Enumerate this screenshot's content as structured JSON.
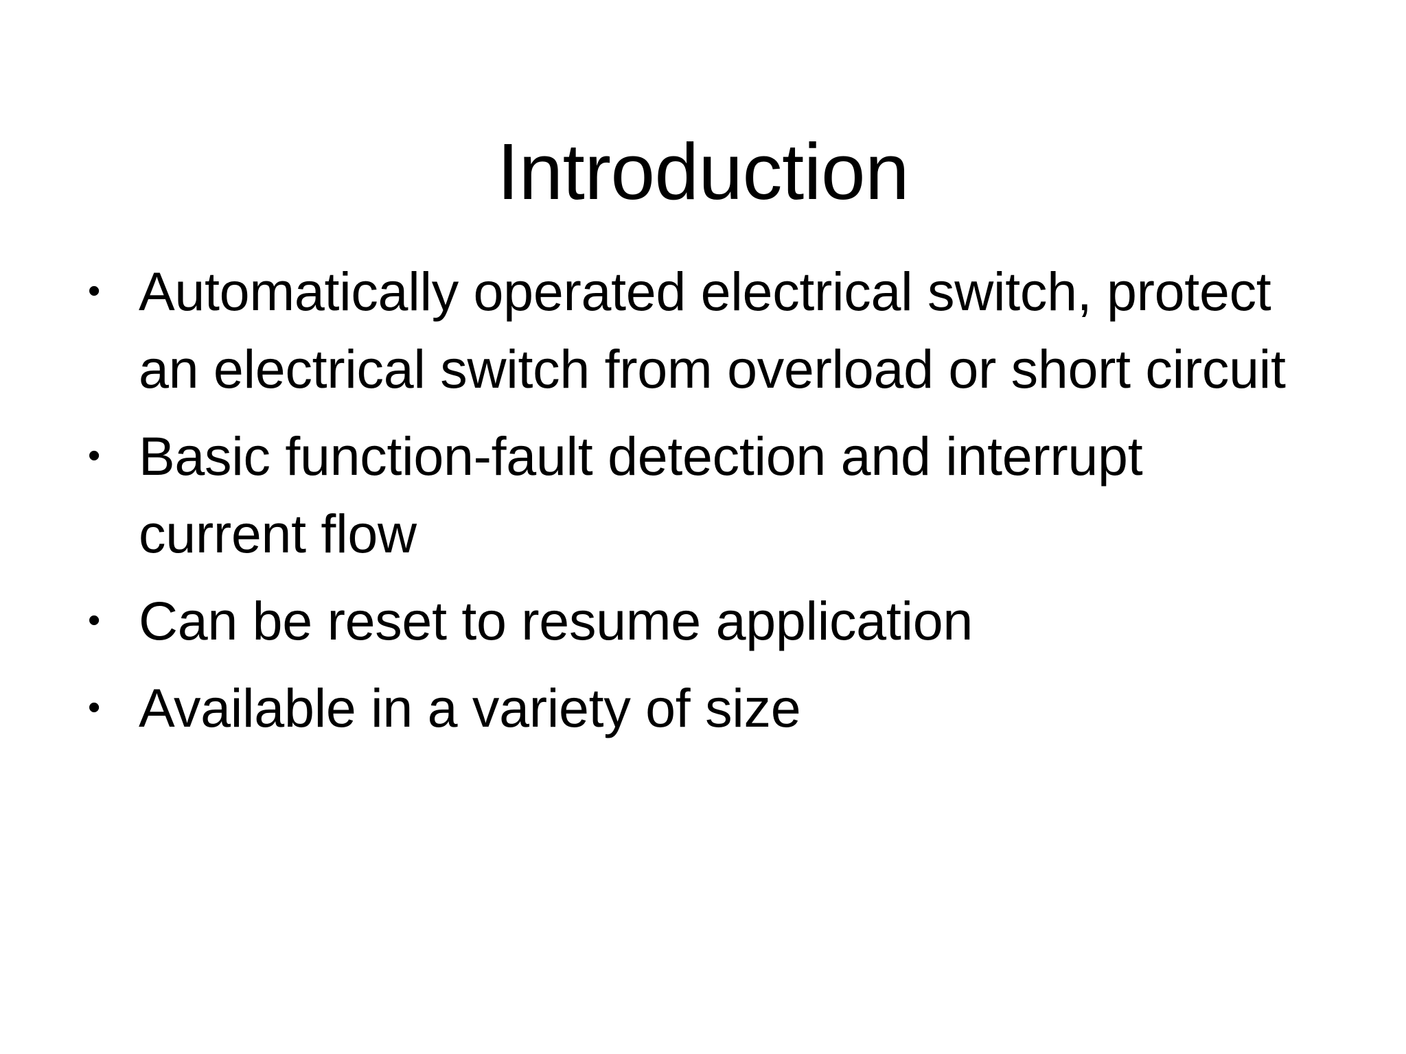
{
  "slide": {
    "background_color": "#ffffff",
    "text_color": "#000000",
    "title": "Introduction",
    "bullet_marker": "•",
    "bullets": [
      {
        "text": "Automatically operated electrical switch, protect an electrical switch from overload or short circuit"
      },
      {
        "text": "Basic function-fault detection and interrupt current flow"
      },
      {
        "text": "Can be reset to resume application"
      },
      {
        "text": "Available in a variety of size"
      }
    ]
  }
}
